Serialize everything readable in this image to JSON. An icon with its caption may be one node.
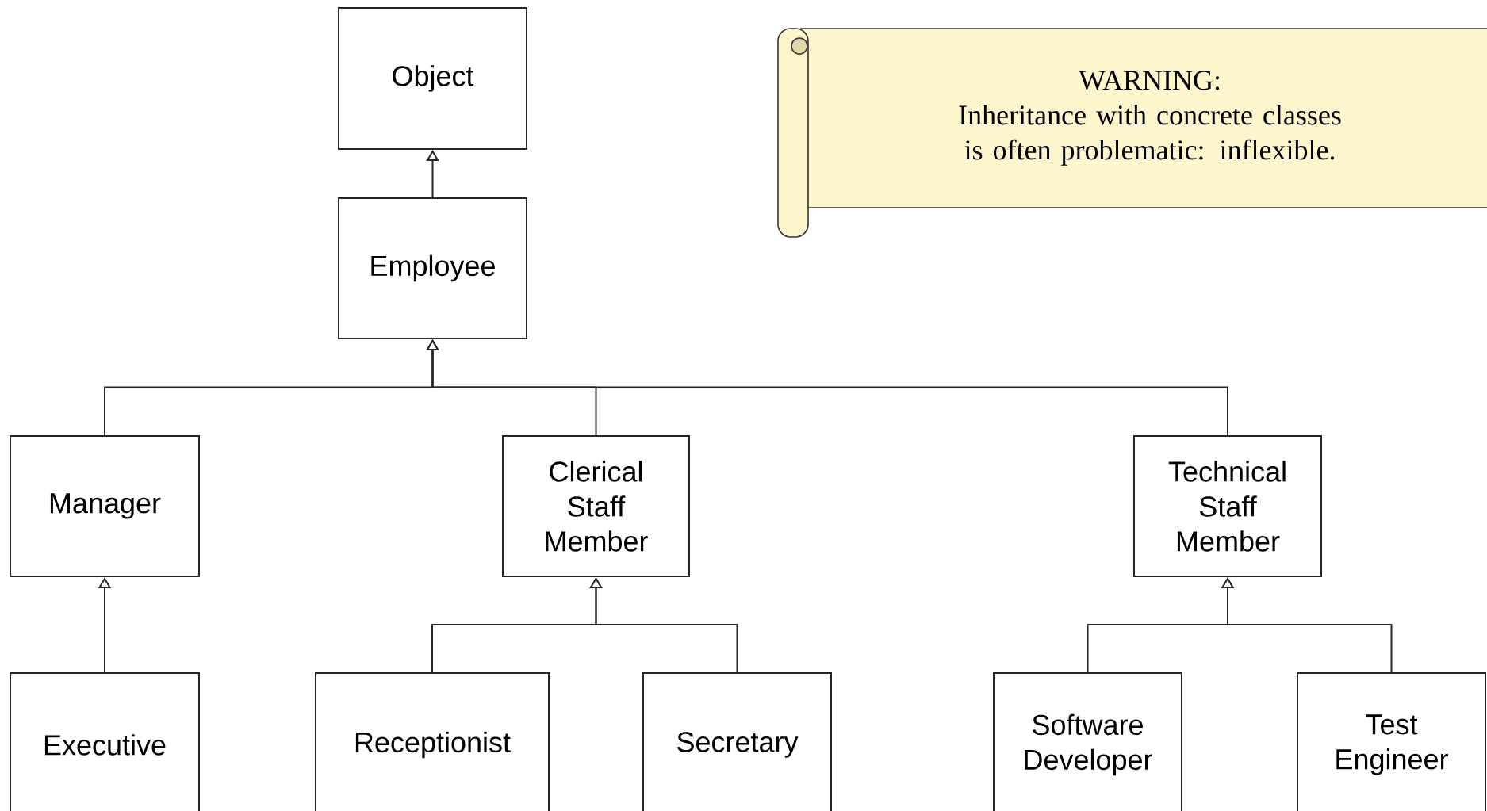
{
  "diagram": {
    "nodes": [
      {
        "text": [
          "Object"
        ]
      },
      {
        "text": [
          "Employee"
        ]
      },
      {
        "text": [
          "WARNING:",
          "Inheritance with concrete classes is often problematic: inflexible."
        ]
      },
      {
        "text": [
          "Manager"
        ]
      },
      {
        "text": [
          "Clerical Staff Member"
        ]
      },
      {
        "text": [
          "Technical Staff Member"
        ]
      },
      {
        "text": [
          "Executive"
        ]
      },
      {
        "text": [
          "Receptionist"
        ]
      },
      {
        "text": [
          "Secretary"
        ]
      },
      {
        "text": [
          "Software Developer"
        ]
      },
      {
        "text": [
          "Test Engineer"
        ]
      }
    ],
    "edges": [
      {
        "from": 1,
        "to": 0,
        "arrow": "to"
      },
      {
        "from": 3,
        "to": 1,
        "arrow": "to"
      },
      {
        "from": 4,
        "to": 1,
        "arrow": "to"
      },
      {
        "from": 5,
        "to": 1,
        "arrow": "to"
      },
      {
        "from": 6,
        "to": 3,
        "arrow": "to"
      },
      {
        "from": 7,
        "to": 4,
        "arrow": "to"
      },
      {
        "from": 8,
        "to": 4,
        "arrow": "to"
      },
      {
        "from": 9,
        "to": 5,
        "arrow": "to"
      },
      {
        "from": 10,
        "to": 5,
        "arrow": "to"
      }
    ]
  }
}
